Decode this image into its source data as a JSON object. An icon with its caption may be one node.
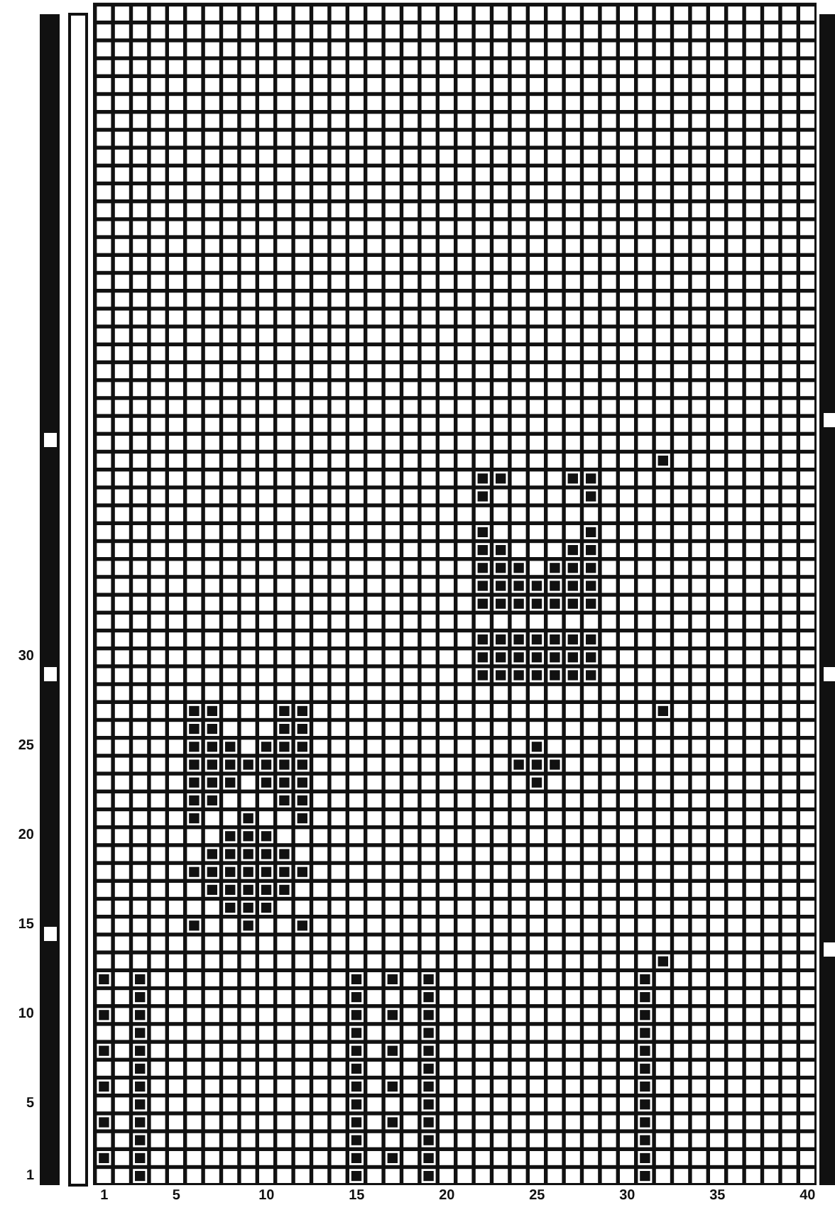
{
  "diagram": {
    "labels": [
      "30",
      "25",
      "20",
      "15",
      "10",
      "5",
      "1",
      "1",
      "5",
      "10",
      "15",
      "20",
      "25",
      "30",
      "35",
      "40"
    ]
  }
}
